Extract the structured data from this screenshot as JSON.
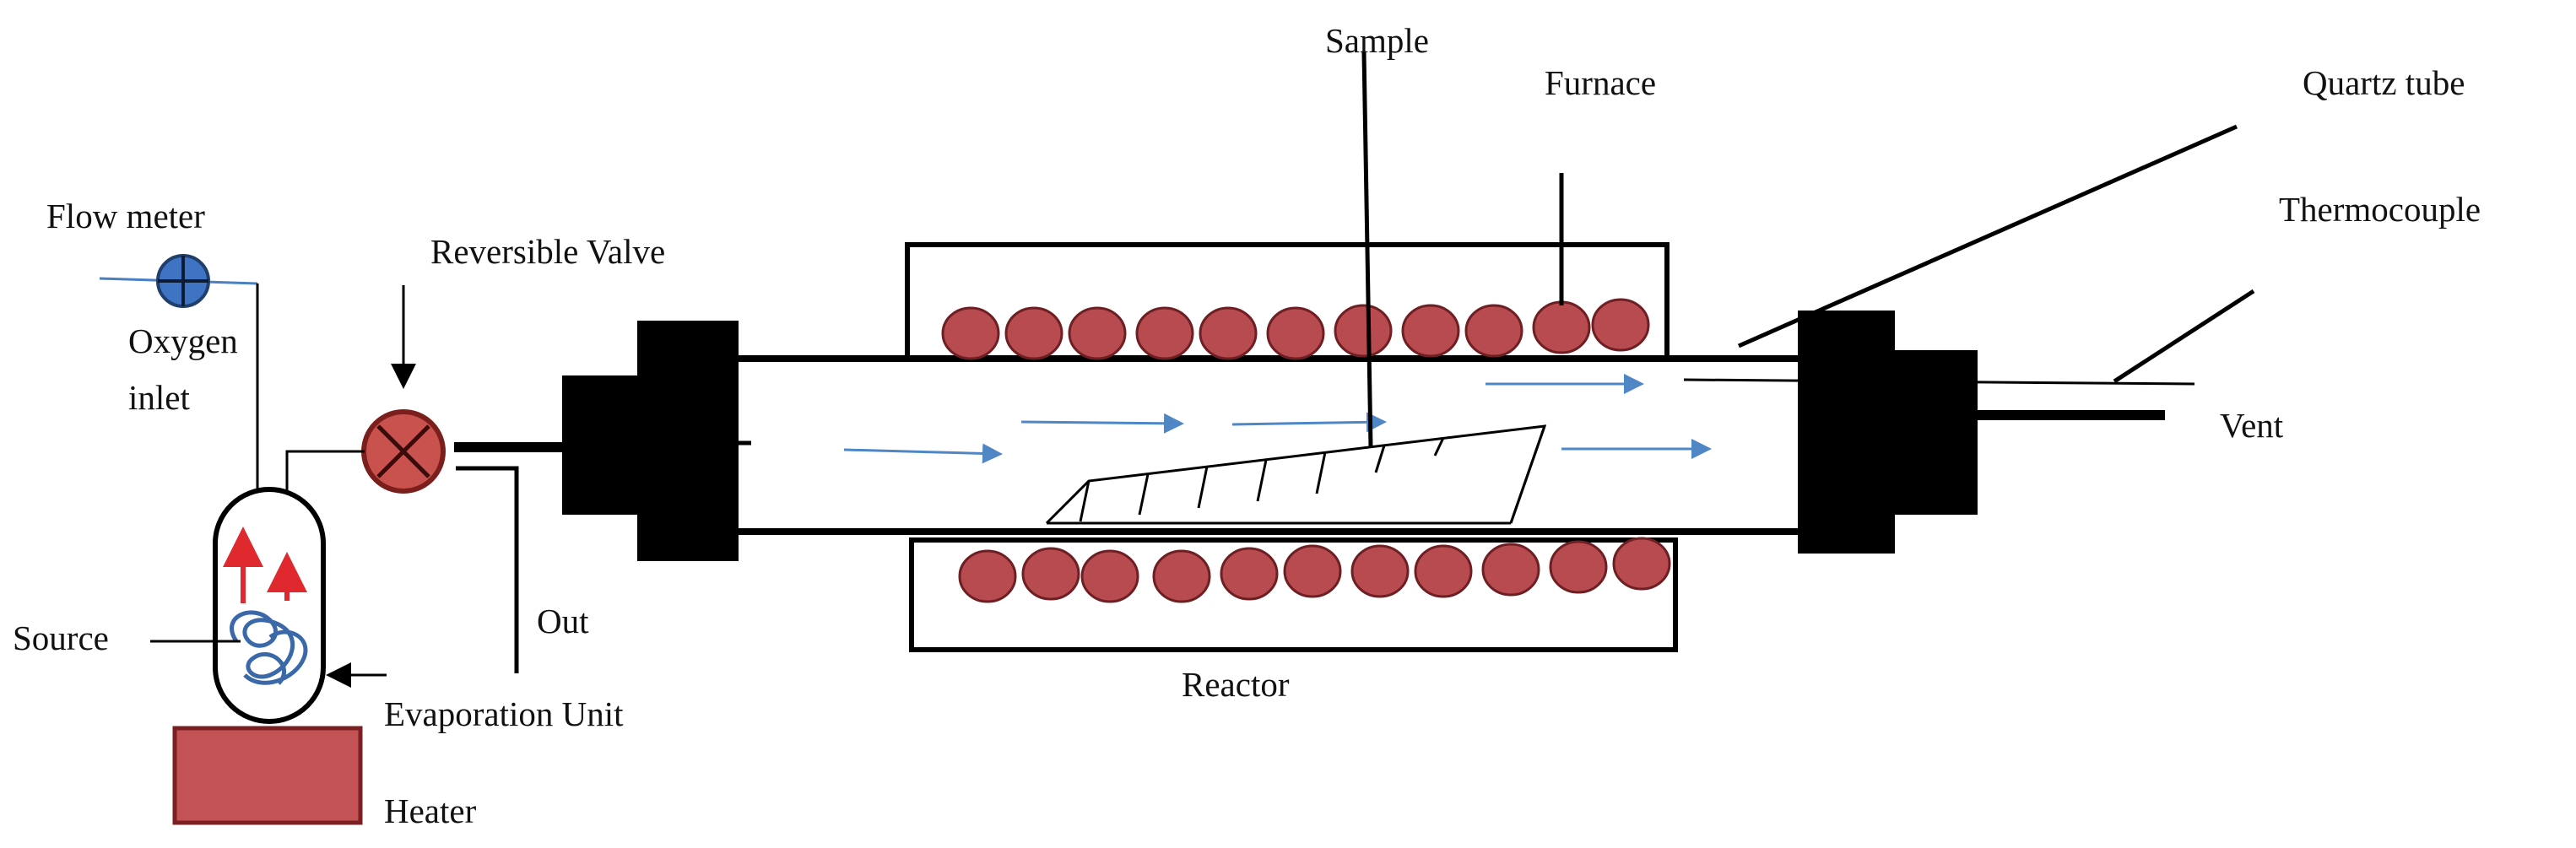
{
  "labels": {
    "sample": "Sample",
    "furnace": "Furnace",
    "quartz_tube": "Quartz tube",
    "thermocouple": "Thermocouple",
    "flow_meter": "Flow meter",
    "reversible_valve": "Reversible Valve",
    "oxygen_line1": "Oxygen",
    "oxygen_line2": "inlet",
    "vent": "Vent",
    "out": "Out",
    "source": "Source",
    "evaporation_unit": "Evaporation Unit",
    "reactor": "Reactor",
    "heater": "Heater"
  },
  "colors": {
    "coil": "#b84b4f",
    "flow_arrow": "#4f86c6",
    "heater": "#c45355",
    "valve": "#c9524f",
    "flow_meter": "#3f74c4",
    "source_arrows": "#e0282f"
  },
  "icons": {
    "flow_meter": "crossed-circle-icon",
    "valve": "x-circle-valve-icon"
  }
}
